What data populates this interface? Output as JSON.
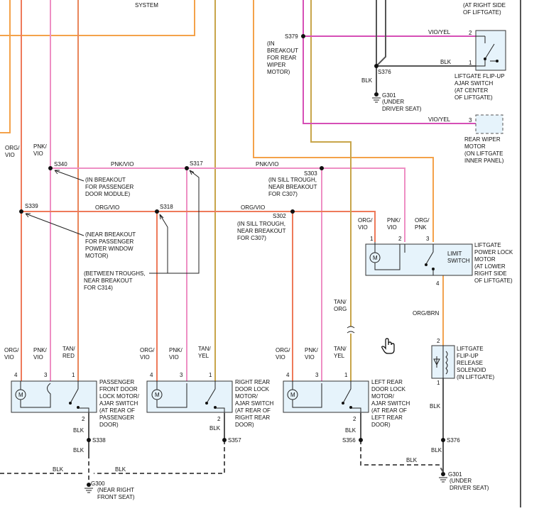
{
  "colors": {
    "org_vio": "#ee7a5a",
    "pnk_vio": "#ee8fc4",
    "tan_red": "#e8855a",
    "tan_yel": "#c8a54a",
    "orange": "#f4a24a",
    "vio_yel": "#d64fb6",
    "org_pnk": "#f08a6a",
    "org_brn": "#f2a350",
    "blk": "#555555",
    "component_fill": "#e6f3fb"
  },
  "top": {
    "system": "SYSTEM"
  },
  "wire_labels": {
    "left_org_vio": "ORG/\nVIO",
    "left_pnk_vio": "PNK/\nVIO",
    "pnk_vio_h1": "PNK/VIO",
    "pnk_vio_h2": "PNK/VIO",
    "org_vio_h1": "ORG/VIO",
    "org_vio_h2": "ORG/VIO",
    "vio_yel_1": "VIO/YEL",
    "vio_yel_2": "VIO/YEL",
    "blk_wiper": "BLK",
    "blk_upper": "BLK",
    "tan_org": "TAN/\nORG",
    "org_brn": "ORG/BRN",
    "blk_solenoid": "BLK",
    "blk_376": "BLK",
    "blk_g301": "BLK",
    "blk_g300_a": "BLK",
    "blk_g300_b": "BLK",
    "blk_338": "BLK",
    "blk_338b": "BLK",
    "blk_357": "BLK",
    "blk_356": "BLK",
    "lm_org_vio": "ORG/\nVIO",
    "lm_pnk_vio": "PNK/\nVIO",
    "lm_org_pnk": "ORG/\nPNK",
    "d1_org_vio": "ORG/\nVIO",
    "d1_pnk_vio": "PNK/\nVIO",
    "d1_tan_red": "TAN/\nRED",
    "d2_org_vio": "ORG/\nVIO",
    "d2_pnk_vio": "PNK/\nVIO",
    "d2_tan_yel": "TAN/\nYEL",
    "d3_org_vio": "ORG/\nVIO",
    "d3_pnk_vio": "PNK/\nVIO",
    "d3_tan_yel": "TAN/\nYEL"
  },
  "splices": {
    "s340": "S340",
    "s317": "S317",
    "s303": "S303",
    "s339": "S339",
    "s318": "S318",
    "s302": "S302",
    "s379": "S379",
    "s376_top": "S376",
    "s338": "S338",
    "s357": "S357",
    "s356": "S356",
    "s376_bot": "S376"
  },
  "grounds": {
    "g301_top": "G301",
    "g301_bot": "G301",
    "g300": "G300"
  },
  "notes": {
    "s340_note": "(IN BREAKOUT\nFOR PASSENGER\nDOOR MODULE)",
    "s339_note": "(NEAR BREAKOUT\nFOR PASSENGER\nPOWER WINDOW\nMOTOR)",
    "troughs_note": "(BETWEEN TROUGHS,\nNEAR BREAKOUT\nFOR C314)",
    "s303_note": "(IN SILL TROUGH,\nNEAR BREAKOUT\nFOR C307)",
    "s302_note": "(IN SILL TROUGH,\nNEAR BREAKOUT\nFOR C307)",
    "s379_note": "(IN\nBREAKOUT\nFOR REAR\nWIPER\nMOTOR)",
    "g301_top_note": "(UNDER\nDRIVER SEAT)",
    "g301_bot_note": "(UNDER\nDRIVER SEAT)",
    "g300_note": "(NEAR RIGHT\nFRONT SEAT)"
  },
  "components": {
    "ajar_top": "AJAR SWITCH\n(AT RIGHT SIDE\nOF LIFTGATE)",
    "flipup_ajar": "LIFTGATE FLIP-UP\nAJAR SWITCH\n(AT CENTER\nOF LIFTGATE)",
    "wiper_motor": "REAR WIPER\nMOTOR\n(ON LIFTGATE\nINNER PANEL)",
    "lock_motor": "LIFTGATE\nPOWER LOCK\nMOTOR\n(AT LOWER\nRIGHT SIDE\nOF LIFTGATE)",
    "limit_switch": "LIMIT\nSWITCH",
    "solenoid": "LIFTGATE\nFLIP-UP\nRELEASE\nSOLENOID\n(IN LIFTGATE)",
    "pass_front": "PASSENGER\nFRONT DOOR\nLOCK MOTOR/\nAJAR SWITCH\n(AT REAR OF\nPASSENGER\nDOOR)",
    "right_rear": "RIGHT REAR\nDOOR LOCK\nMOTOR/\nAJAR SWITCH\n(AT REAR OF\nRIGHT REAR\nDOOR)",
    "left_rear": "LEFT REAR\nDOOR LOCK\nMOTOR/\nAJAR SWITCH\n(AT REAR OF\nLEFT REAR\nDOOR)",
    "motor_symbol": "M"
  },
  "pins": {
    "ajar_2": "2",
    "ajar_1": "1",
    "wiper_3": "3",
    "lm_1": "1",
    "lm_2": "2",
    "lm_3": "3",
    "lm_4": "4",
    "sol_2": "2",
    "sol_1": "1",
    "d1_4": "4",
    "d1_3": "3",
    "d1_1": "1",
    "d1_2": "2",
    "d2_4": "4",
    "d2_3": "3",
    "d2_1": "1",
    "d2_2": "2",
    "d3_4": "4",
    "d3_3": "3",
    "d3_1": "1",
    "d3_2": "2"
  }
}
